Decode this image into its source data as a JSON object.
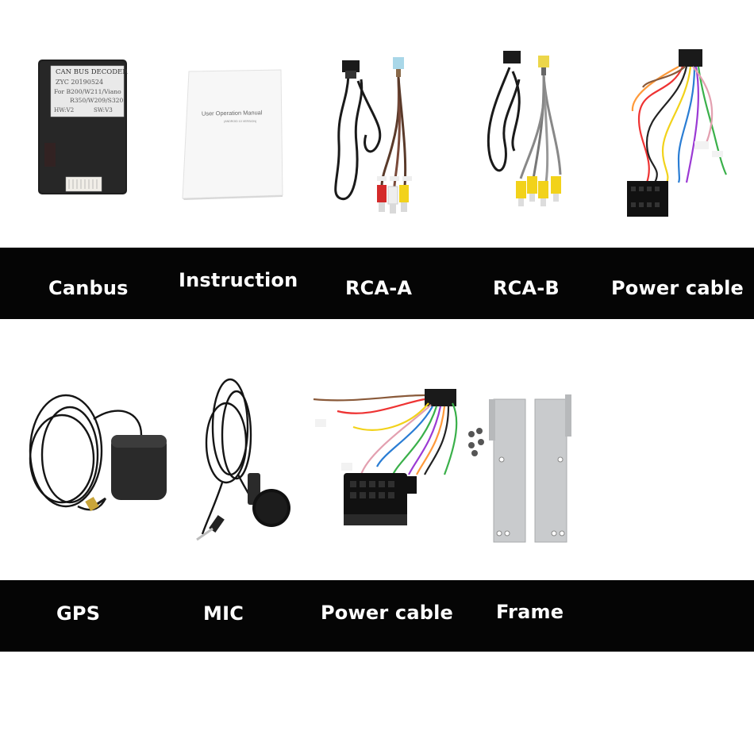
{
  "row1_labels": [
    "Canbus",
    "Instruction",
    "RCA-A",
    "RCA-B",
    "Power cable"
  ],
  "row2_labels": [
    "GPS",
    "MIC",
    "Power cable",
    "Frame"
  ],
  "canbus_box": {
    "title": "CAN BUS DECODER",
    "line1": "ZYC 20190524",
    "line2": "For B200/W211/Viano",
    "line3": "R350/W209/S320",
    "hw": "HW:V2",
    "sw": "SW:V3"
  },
  "manual": {
    "title": "User Operation Manual",
    "subtitle": "(ANDROID 10 VERSION)"
  },
  "colors": {
    "band": "#050505",
    "label_text": "#ffffff",
    "rca_red": "#d42a2a",
    "rca_yellow": "#f2d21a",
    "rca_white": "#eeeeee",
    "bracket": "#c9cbcd"
  }
}
